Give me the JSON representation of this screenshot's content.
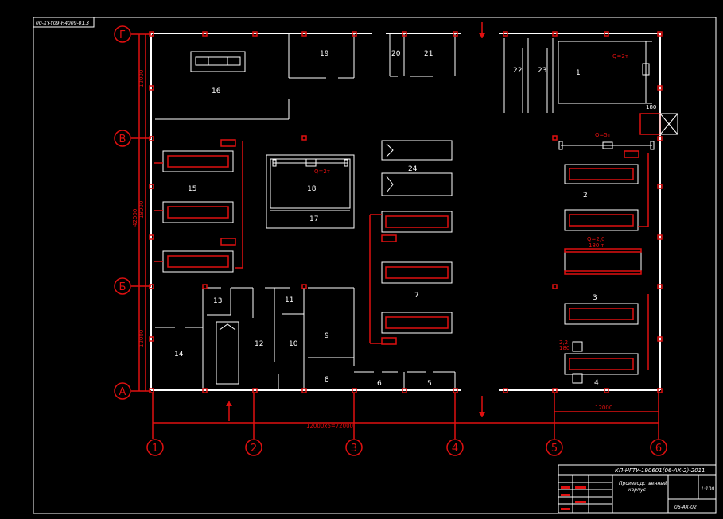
{
  "drawing": {
    "corner_stamp": "00-XY-Y09-H4009-01.3",
    "doc_code": "КП-НГТУ-190601(06-АХ-2)-2011",
    "sheet_title_line1": "Производственный",
    "sheet_title_line2": "корпус",
    "scale": "1:100",
    "sheet_code": "06-АХ-02"
  },
  "axes": {
    "columns": [
      "1",
      "2",
      "3",
      "4",
      "5",
      "6"
    ],
    "rows": [
      "Г",
      "В",
      "Б",
      "А"
    ]
  },
  "dimensions": {
    "top_bay": "12000",
    "middle_bay": "18000",
    "bottom_bay": "12000",
    "total_height": "42000",
    "total_width": "12000х6=72000",
    "right_span": "12000",
    "door_width": "180"
  },
  "rooms": {
    "r1": "1",
    "r2": "2",
    "r3": "3",
    "r4": "4",
    "r5": "5",
    "r6": "6",
    "r7": "7",
    "r8": "8",
    "r9": "9",
    "r10": "10",
    "r11": "11",
    "r12": "12",
    "r13": "13",
    "r14": "14",
    "r15": "15",
    "r16": "16",
    "r17": "17",
    "r18": "18",
    "r19": "19",
    "r20": "20",
    "r21": "21",
    "r22": "22",
    "r23": "23",
    "r24": "24"
  },
  "equipment_labels": {
    "crane_1": "Q=2т",
    "crane_18": "Q=2т",
    "crane_2": "Q=5т",
    "hoist_3a": "Q=2,0",
    "hoist_3b": "180 т",
    "marker_4a": "2,2",
    "marker_4b": "180"
  },
  "colors": {
    "background": "#000000",
    "walls": "#ffffff",
    "equipment": "#e01010"
  }
}
